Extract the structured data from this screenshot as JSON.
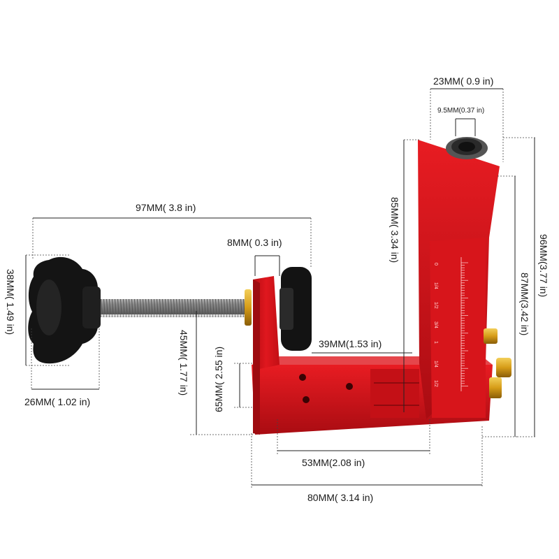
{
  "dimensions": {
    "top_width": "23MM( 0.9 in)",
    "hole_width": "9.5MM(0.37 in)",
    "screw_length": "97MM( 3.8 in)",
    "jaw_gap": "8MM( 0.3 in)",
    "knob_height": "38MM( 1.49 in)",
    "knob_width": "26MM( 1.02 in)",
    "jaw_height": "45MM( 1.77 in)",
    "base_inner_height": "65MM( 2.55 in)",
    "clamp_depth": "39MM(1.53 in)",
    "guide_height": "85MM( 3.34 in)",
    "side_height": "87MM(3.42 in)",
    "total_height": "96MM(3.77 in)",
    "base_inner_length": "53MM(2.08 in)",
    "total_length": "80MM( 3.14 in)"
  },
  "scale_marks": [
    "0",
    "1/4",
    "1/2",
    "3/4",
    "1",
    "1/4",
    "1/2"
  ],
  "colors": {
    "body": "#d8131a",
    "body_dark": "#a30b10",
    "knob": "#151515",
    "brass": "#d9a21a",
    "steel": "#a8a8a8"
  }
}
